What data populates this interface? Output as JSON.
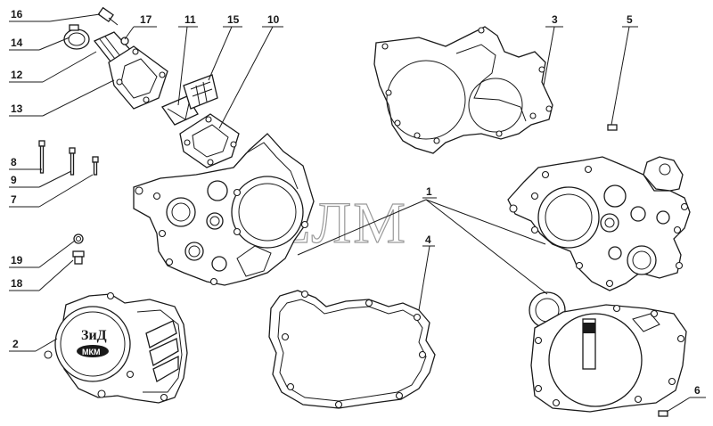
{
  "diagram": {
    "watermark": "СЕЛМ",
    "callouts": [
      {
        "id": "c1",
        "label": "1"
      },
      {
        "id": "c2",
        "label": "2"
      },
      {
        "id": "c3",
        "label": "3"
      },
      {
        "id": "c4",
        "label": "4"
      },
      {
        "id": "c5",
        "label": "5"
      },
      {
        "id": "c6",
        "label": "6"
      },
      {
        "id": "c7",
        "label": "7"
      },
      {
        "id": "c8",
        "label": "8"
      },
      {
        "id": "c9",
        "label": "9"
      },
      {
        "id": "c10",
        "label": "10"
      },
      {
        "id": "c11",
        "label": "11"
      },
      {
        "id": "c12",
        "label": "12"
      },
      {
        "id": "c13",
        "label": "13"
      },
      {
        "id": "c14",
        "label": "14"
      },
      {
        "id": "c15",
        "label": "15"
      },
      {
        "id": "c16",
        "label": "16"
      },
      {
        "id": "c17",
        "label": "17"
      },
      {
        "id": "c18",
        "label": "18"
      },
      {
        "id": "c19",
        "label": "19"
      }
    ],
    "cover_logo": {
      "top": "ЗиД",
      "bottom": "МКМ"
    }
  }
}
